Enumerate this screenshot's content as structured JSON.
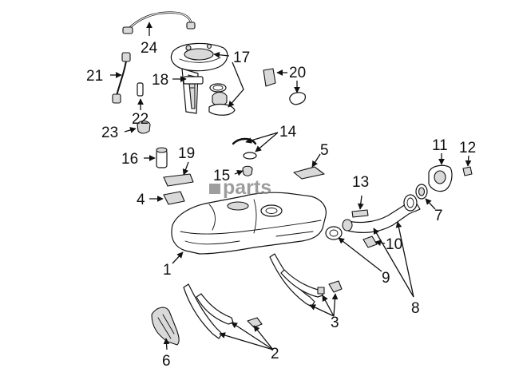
{
  "watermark": {
    "text": "parts"
  },
  "labels": {
    "l1": "1",
    "l2": "2",
    "l3": "3",
    "l4": "4",
    "l5": "5",
    "l6": "6",
    "l7": "7",
    "l8": "8",
    "l9": "9",
    "l10": "10",
    "l11": "11",
    "l12": "12",
    "l13": "13",
    "l14": "14",
    "l15": "15",
    "l16": "16",
    "l17": "17",
    "l18": "18",
    "l19": "19",
    "l20": "20",
    "l21": "21",
    "l22": "22",
    "l23": "23",
    "l24": "24"
  },
  "colors": {
    "line": "#111111",
    "shade": "#d9d9d9",
    "watermark": "#7d7d7d"
  }
}
